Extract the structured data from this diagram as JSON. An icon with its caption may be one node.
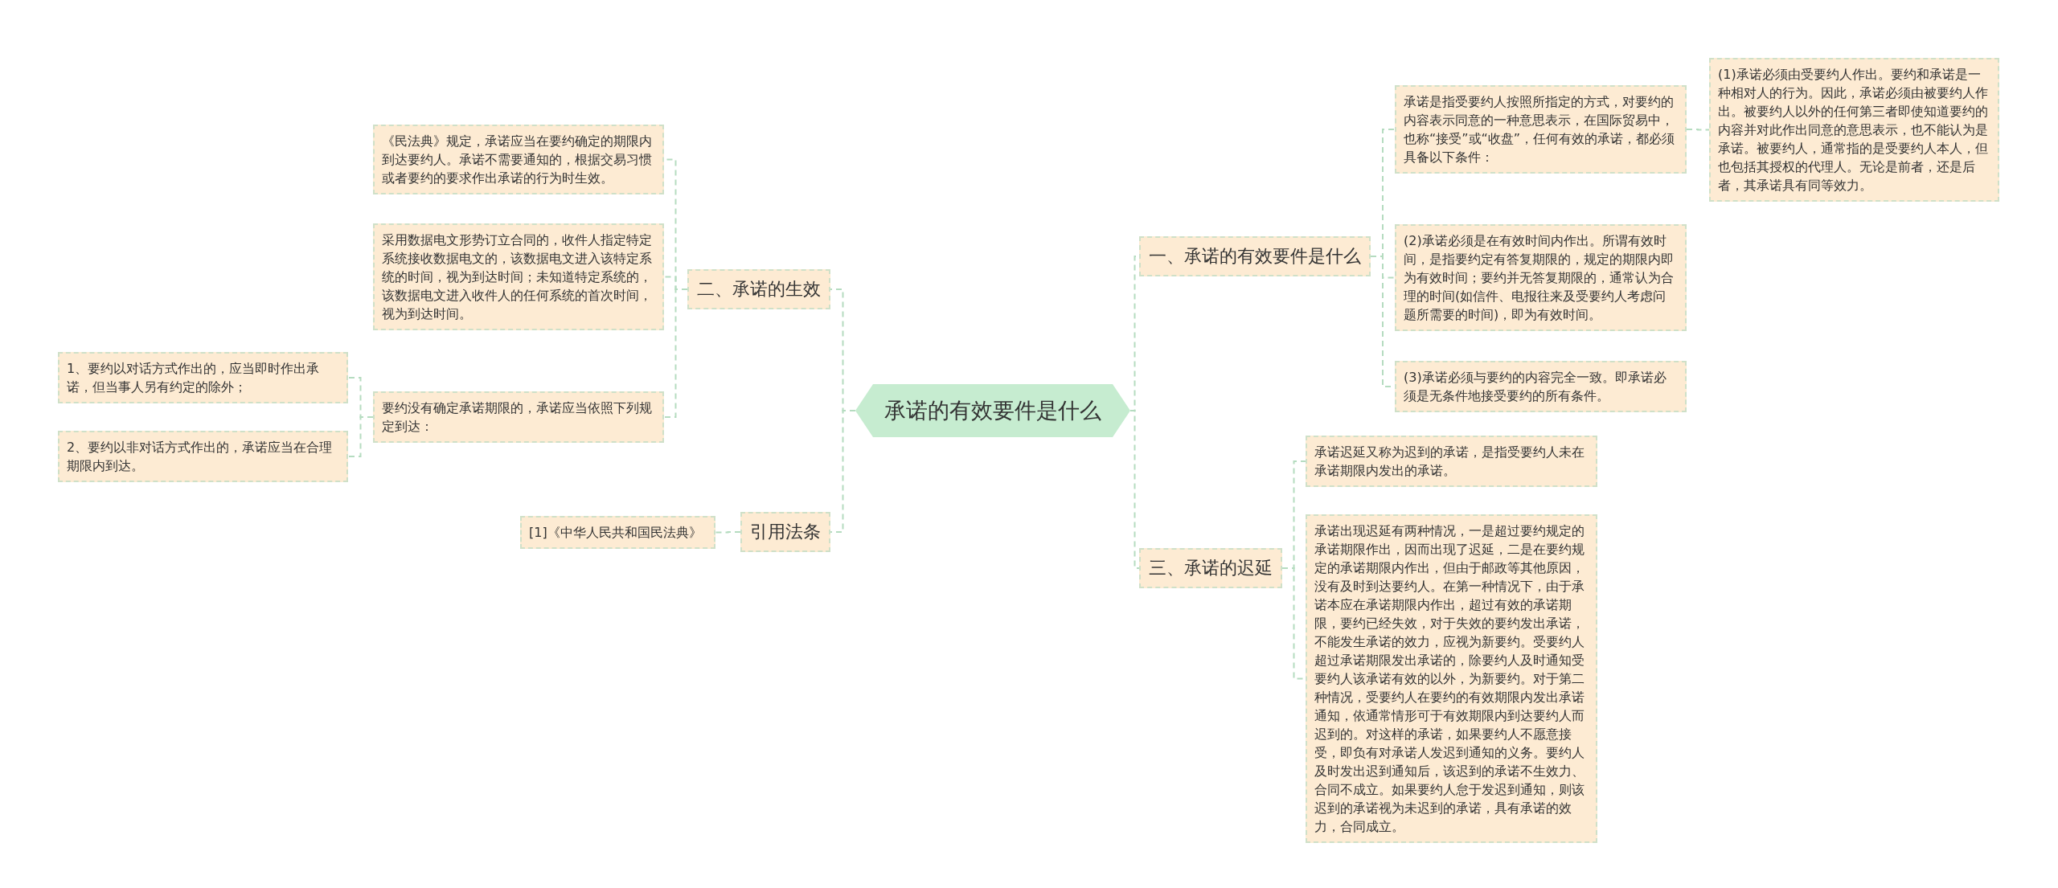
{
  "diagram": {
    "nodes": [
      {
        "text": [
          "承诺的有效要件是什么"
        ]
      },
      {
        "text": [
          "一、承诺的有效要件是什么"
        ]
      },
      {
        "text": [
          "承诺是指受要约人按照所指定的方式，对要约的内容表示同意的一种意思表示，在国际贸易中，也称“接受”或“收盘”，任何有效的承诺，都必须具备以下条件："
        ]
      },
      {
        "text": [
          "(1)承诺必须由受要约人作出。要约和承诺是一种相对人的行为。因此，承诺必须由被要约人作出。被要约人以外的任何第三者即使知道要约的内容并对此作出同意的意思表示，也不能认为是承诺。被要约人，通常指的是受要约人本人，但也包括其授权的代理人。无论是前者，还是后者，其承诺具有同等效力。"
        ]
      },
      {
        "text": [
          "(2)承诺必须是在有效时间内作出。所谓有效时间，是指要约定有答复期限的，规定的期限内即为有效时间；要约并无答复期限的，通常认为合理的时间(如信件、电报往来及受要约人考虑问题所需要的时间)，即为有效时间。"
        ]
      },
      {
        "text": [
          "(3)承诺必须与要约的内容完全一致。即承诺必须是无条件地接受要约的所有条件。"
        ]
      },
      {
        "text": [
          "三、承诺的迟延"
        ]
      },
      {
        "text": [
          "承诺迟延又称为迟到的承诺，是指受要约人未在承诺期限内发出的承诺。"
        ]
      },
      {
        "text": [
          "承诺出现迟延有两种情况，一是超过要约规定的承诺期限作出，因而出现了迟延，二是在要约规定的承诺期限内作出，但由于邮政等其他原因，没有及时到达要约人。在第一种情况下，由于承诺本应在承诺期限内作出，超过有效的承诺期限，要约已经失效，对于失效的要约发出承诺，不能发生承诺的效力，应视为新要约。受要约人超过承诺期限发出承诺的，除要约人及时通知受要约人该承诺有效的以外，为新要约。对于第二种情况，受要约人在要约的有效期限内发出承诺通知，依通常情形可于有效期限内到达要约人而迟到的。对这样的承诺，如果要约人不愿意接受，即负有对承诺人发迟到通知的义务。要约人及时发出迟到通知后，该迟到的承诺不生效力、合同不成立。如果要约人怠于发迟到通知，则该迟到的承诺视为未迟到的承诺，具有承诺的效力，合同成立。"
        ]
      },
      {
        "text": [
          "二、承诺的生效"
        ]
      },
      {
        "text": [
          "《民法典》规定，承诺应当在要约确定的期限内到达要约人。承诺不需要通知的，根据交易习惯或者要约的要求作出承诺的行为时生效。"
        ]
      },
      {
        "text": [
          "采用数据电文形势订立合同的，收件人指定特定系统接收数据电文的，该数据电文进入该特定系统的时间，视为到达时间；未知道特定系统的，该数据电文进入收件人的任何系统的首次时间，视为到达时间。"
        ]
      },
      {
        "text": [
          "要约没有确定承诺期限的，承诺应当依照下列规定到达："
        ]
      },
      {
        "text": [
          "1、要约以对话方式作出的，应当即时作出承诺，但当事人另有约定的除外；"
        ]
      },
      {
        "text": [
          "2、要约以非对话方式作出的，承诺应当在合理期限内到达。"
        ]
      },
      {
        "text": [
          "引用法条"
        ]
      },
      {
        "text": [
          "[1]《中华人民共和国民法典》"
        ]
      }
    ],
    "edges": [
      {
        "from": 0,
        "to": 1,
        "arrow": "none"
      },
      {
        "from": 1,
        "to": 2,
        "arrow": "none"
      },
      {
        "from": 2,
        "to": 3,
        "arrow": "none"
      },
      {
        "from": 1,
        "to": 4,
        "arrow": "none"
      },
      {
        "from": 1,
        "to": 5,
        "arrow": "none"
      },
      {
        "from": 0,
        "to": 6,
        "arrow": "none"
      },
      {
        "from": 6,
        "to": 7,
        "arrow": "none"
      },
      {
        "from": 6,
        "to": 8,
        "arrow": "none"
      },
      {
        "from": 0,
        "to": 9,
        "arrow": "none"
      },
      {
        "from": 9,
        "to": 10,
        "arrow": "none"
      },
      {
        "from": 9,
        "to": 11,
        "arrow": "none"
      },
      {
        "from": 9,
        "to": 12,
        "arrow": "none"
      },
      {
        "from": 12,
        "to": 13,
        "arrow": "none"
      },
      {
        "from": 12,
        "to": 14,
        "arrow": "none"
      },
      {
        "from": 0,
        "to": 15,
        "arrow": "none"
      },
      {
        "from": 15,
        "to": 16,
        "arrow": "none"
      }
    ]
  }
}
